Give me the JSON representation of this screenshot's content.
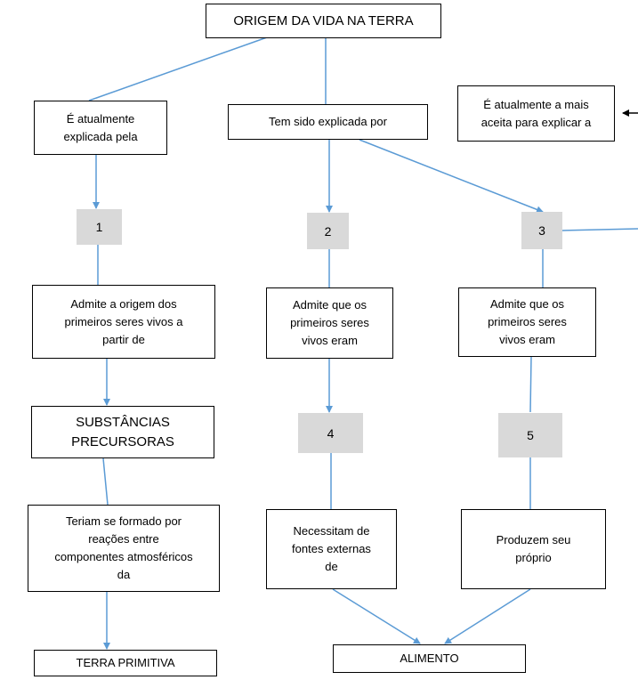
{
  "title": "ORIGEM DA VIDA NA TERRA",
  "boxes": {
    "left_explained": "É atualmente\nexplicada pela",
    "middle_explained": "Tem sido explicada por",
    "right_accepted": "É atualmente a mais\naceita para explicar a",
    "left_admits": "Admite a origem dos\nprimeiros seres vivos a\npartir de",
    "middle_admits": "Admite que os\nprimeiros seres\nvivos eram",
    "right_admits": "Admite que os\nprimeiros seres\nvivos eram",
    "substances": "SUBSTÂNCIAS\nPRECURSORAS",
    "formed": "Teriam se formado por\nreações entre\ncomponentes atmosféricos\nda",
    "need": "Necessitam de\nfontes externas\nde",
    "produce": "Produzem seu\npróprio",
    "primitive_earth": "TERRA PRIMITIVA",
    "food": "ALIMENTO"
  },
  "blanks": [
    "1",
    "2",
    "3",
    "4",
    "5"
  ],
  "colors": {
    "connector": "#5b9bd5",
    "blank_fill": "#d9d9d9"
  }
}
